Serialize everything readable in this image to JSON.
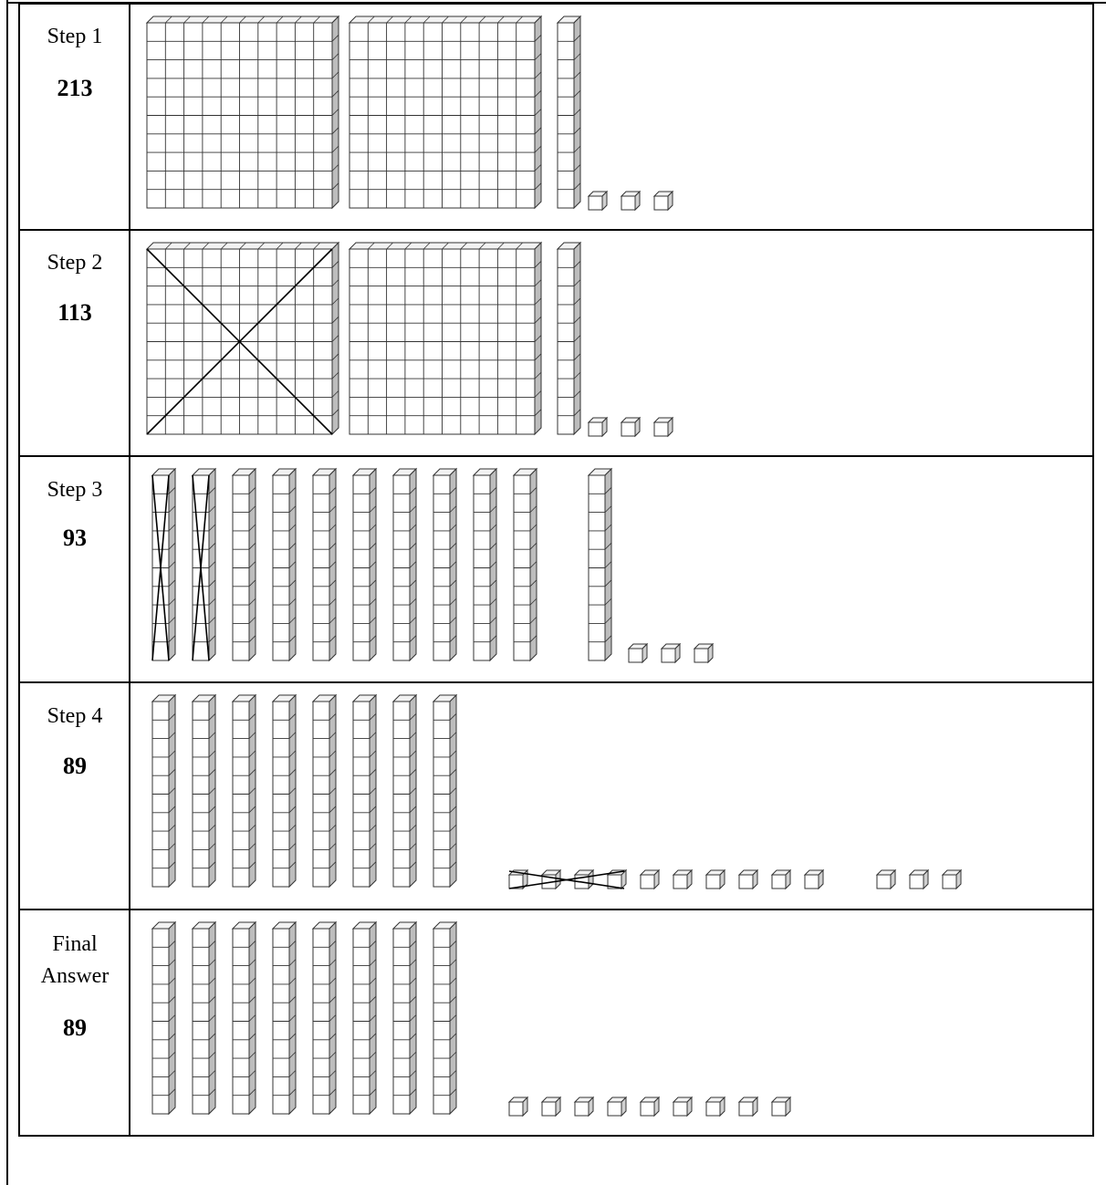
{
  "steps": [
    {
      "title": "Step 1",
      "value": "213",
      "hundreds": 2,
      "crossed_hundreds": 0,
      "tens": 1,
      "crossed_tens": 0,
      "ones": 3,
      "crossed_ones": 0
    },
    {
      "title": "Step 2",
      "value": "113",
      "hundreds": 2,
      "crossed_hundreds": 1,
      "tens": 1,
      "crossed_tens": 0,
      "ones": 3,
      "crossed_ones": 0
    },
    {
      "title": "Step 3",
      "value": "93",
      "hundreds": 0,
      "crossed_hundreds": 0,
      "tens": 11,
      "crossed_tens": 2,
      "ones": 3,
      "crossed_ones": 0
    },
    {
      "title": "Step 4",
      "value": "89",
      "hundreds": 0,
      "crossed_hundreds": 0,
      "tens": 8,
      "crossed_tens": 0,
      "ones": 13,
      "crossed_ones": 4
    },
    {
      "title": "Final Answer",
      "value": "89",
      "hundreds": 0,
      "crossed_hundreds": 0,
      "tens": 8,
      "crossed_tens": 0,
      "ones": 9,
      "crossed_ones": 0
    }
  ]
}
